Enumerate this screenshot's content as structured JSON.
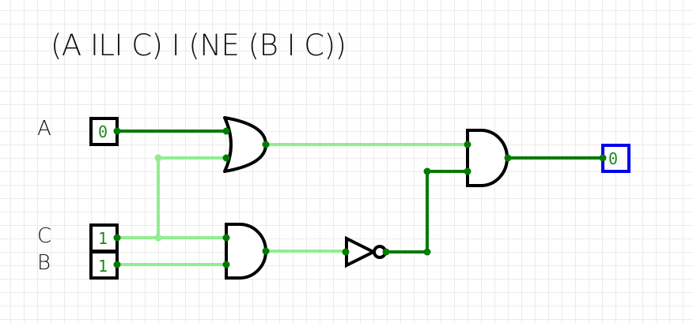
{
  "title": "(A ILI C) I (NE (B I C))",
  "colors": {
    "wire_high": "#007a00",
    "wire_low": "#90ee90",
    "gate_stroke": "#000000",
    "output_border": "#0000ee",
    "value_text": "#1a8a1a"
  },
  "inputs": [
    {
      "label": "A",
      "value": "0"
    },
    {
      "label": "C",
      "value": "1"
    },
    {
      "label": "B",
      "value": "1"
    }
  ],
  "gates": [
    {
      "type": "OR",
      "inputs": [
        "A",
        "C"
      ]
    },
    {
      "type": "AND",
      "inputs": [
        "C",
        "B"
      ]
    },
    {
      "type": "NOT",
      "inputs": [
        "AND(C,B)"
      ]
    },
    {
      "type": "AND",
      "inputs": [
        "OR",
        "NOT"
      ]
    }
  ],
  "output": {
    "value": "0"
  }
}
